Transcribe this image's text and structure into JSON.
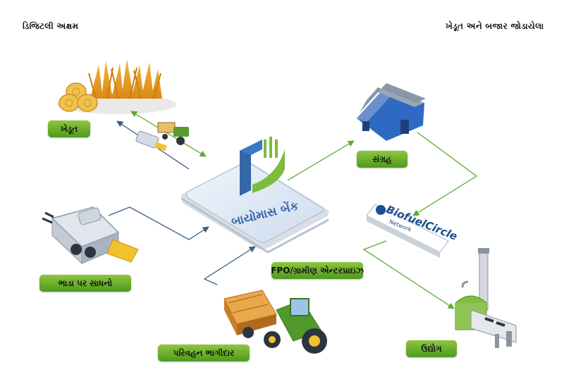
{
  "header": {
    "left_label": "ડિજિટલી અક્ષમ",
    "right_label": "ખેડૂત અને બજાર જોડાયેલા"
  },
  "nodes": {
    "farmer": "ખેડૂત",
    "storage": "સંગ્રહ",
    "rental": "ભાડા પર સાધનો",
    "fpo": "FPO/ગ્રામીણ એન્ટરપ્રાઇઝ",
    "transport": "પરિવહન ભાગીદાર",
    "industry": "ઉદ્યોગ"
  },
  "phone": {
    "app_name": "બાયોમાસ બેંક"
  },
  "partner_logo": {
    "title": "BiofuelCircle",
    "subtitle": "Network"
  },
  "colors": {
    "accent_green": "#6ab42d",
    "arrow_green": "#5aab32",
    "arrow_blue": "#3d5f7e",
    "brand_blue": "#3566a8"
  }
}
